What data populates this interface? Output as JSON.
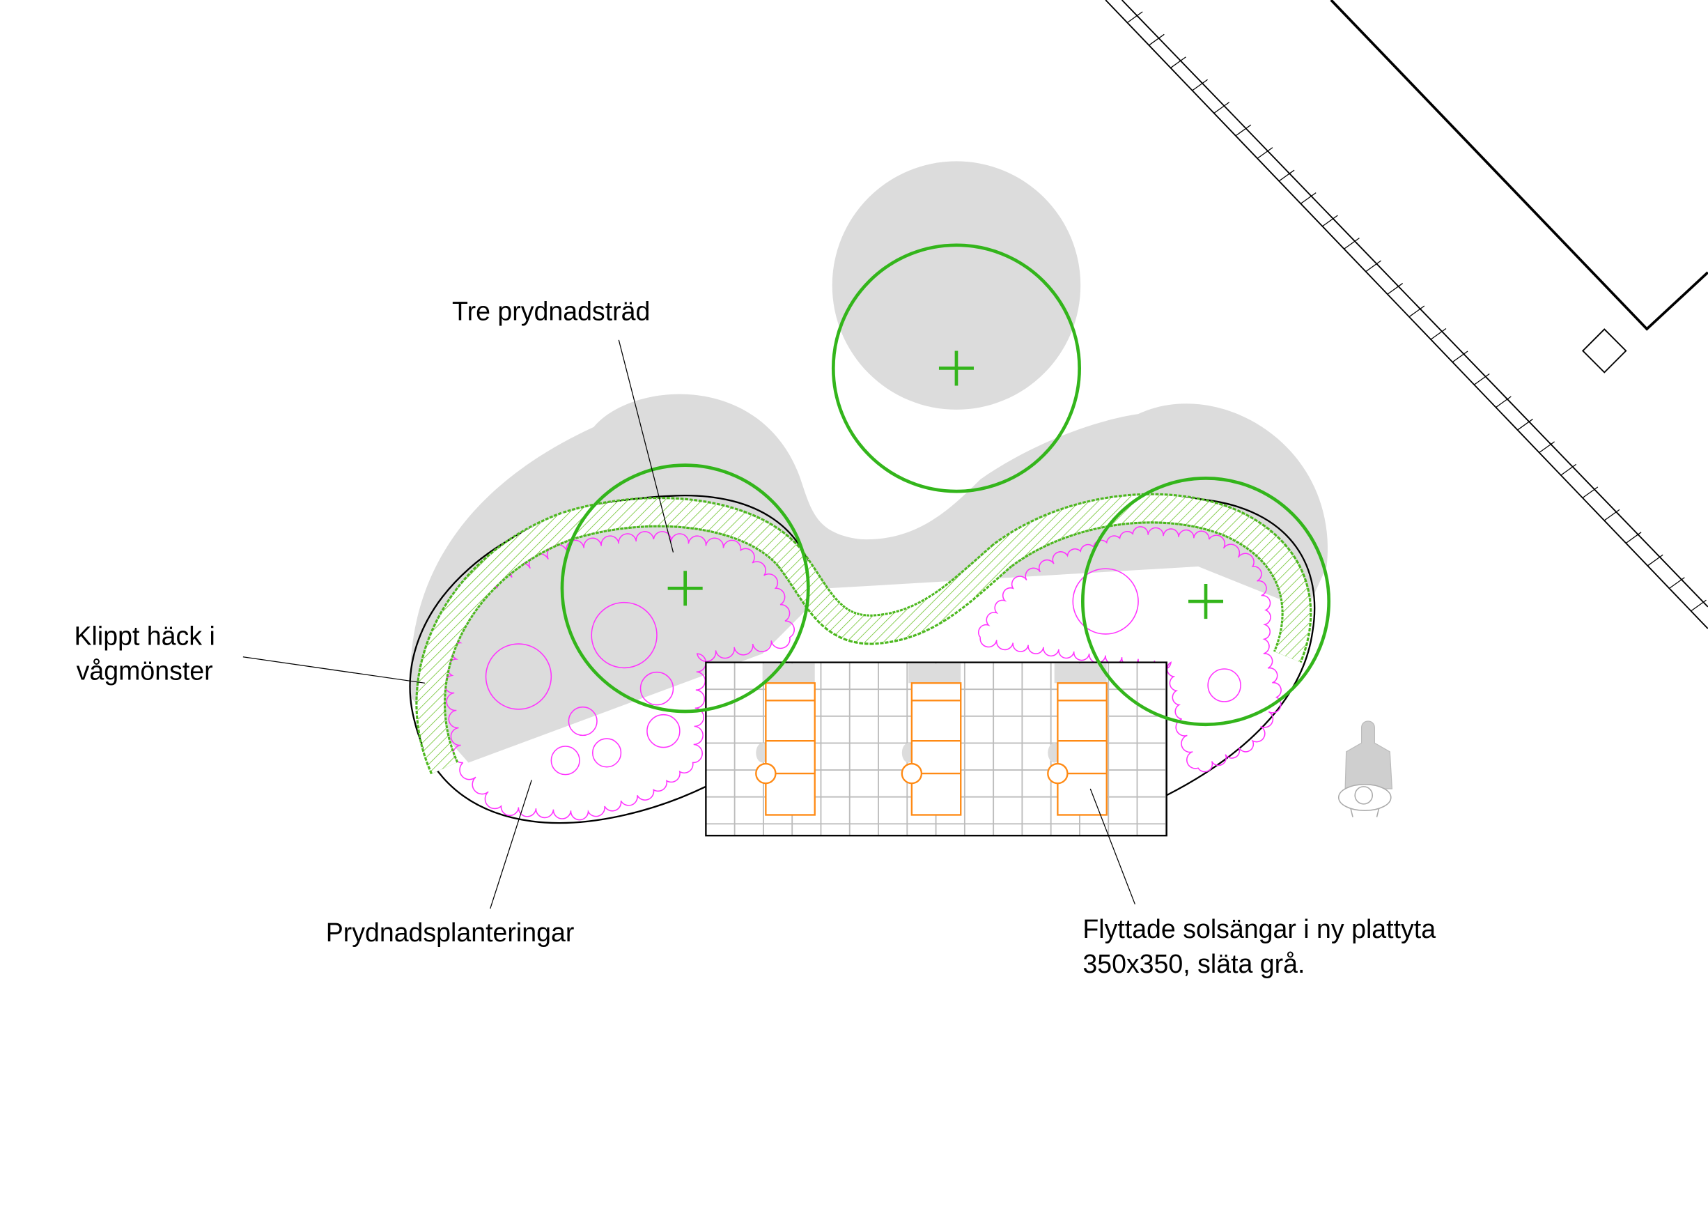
{
  "labels": {
    "trees": "Tre prydnadsträd",
    "hedge_line1": "Klippt häck i",
    "hedge_line2": "vågmönster",
    "plantings": "Prydnadsplanteringar",
    "sunbeds_line1": "Flyttade solsängar i ny plattyta",
    "sunbeds_line2": "350x350, släta grå."
  },
  "colors": {
    "tree": "#33b51b",
    "hedge": "#6cc22a",
    "planting": "#ff33ff",
    "sunbed": "#ff8a14",
    "shadow": "#dcdcdc",
    "grid": "#bdbdbd"
  },
  "icons": [
    "tree-canopy-icon",
    "sunbed-icon",
    "person-icon"
  ]
}
